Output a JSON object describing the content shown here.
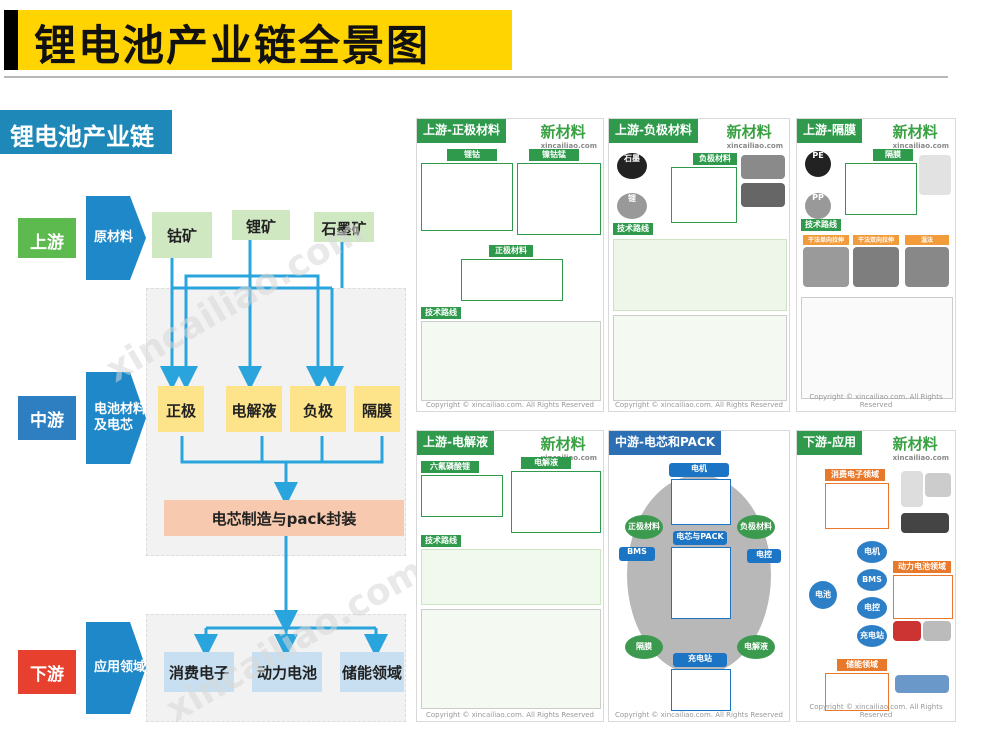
{
  "page_title": "锂电池产业链全景图",
  "left": {
    "heading": "锂电池产业链",
    "stages": {
      "up": "上游",
      "mid": "中游",
      "down": "下游"
    },
    "categories": {
      "raw": "原材料",
      "battery": "电池材料\n及电芯",
      "app": "应用领域"
    },
    "raw_materials": [
      "钴矿",
      "锂矿",
      "石墨矿"
    ],
    "components": [
      "正极",
      "电解液",
      "负极",
      "隔膜"
    ],
    "cell": "电芯制造与pack封装",
    "applications": [
      "消费电子",
      "动力电池",
      "储能领域"
    ]
  },
  "watermark": "xincailiao.com",
  "panels": {
    "cathode": {
      "title": "上游-正极材料",
      "brand": "新材料",
      "brand_sub": "xincailiao.com",
      "labels": [
        "锂钴",
        "镍钴锰",
        "正极材料",
        "技术路线"
      ]
    },
    "anode": {
      "title": "上游-负极材料",
      "brand": "新材料",
      "brand_sub": "xincailiao.com",
      "labels": [
        "负极材料",
        "技术路线"
      ],
      "nodes": [
        "石墨",
        "锂"
      ]
    },
    "separator": {
      "title": "上游-隔膜",
      "brand": "新材料",
      "brand_sub": "xincailiao.com",
      "labels": [
        "隔膜",
        "技术路线",
        "干法单向拉伸",
        "干法双向拉伸",
        "湿法"
      ],
      "nodes": [
        "PE",
        "PP"
      ]
    },
    "electrolyte": {
      "title": "上游-电解液",
      "brand": "新材料",
      "brand_sub": "xincailiao.com",
      "labels": [
        "六氟磷酸锂",
        "电解液",
        "技术路线"
      ]
    },
    "pack": {
      "title": "中游-电芯和PACK",
      "labels": [
        "电机",
        "电芯与PACK",
        "正极材料",
        "负极材料",
        "BMS",
        "电控",
        "隔膜",
        "电解液",
        "充电站"
      ]
    },
    "apps": {
      "title": "下游-应用",
      "brand": "新材料",
      "brand_sub": "xincailiao.com",
      "labels": [
        "消费电子领域",
        "动力电池领域",
        "储能领域",
        "电池",
        "电机",
        "BMS",
        "电控",
        "充电站"
      ]
    }
  },
  "copyright": "Copyright © xincailiao.com. All Rights Reserved"
}
